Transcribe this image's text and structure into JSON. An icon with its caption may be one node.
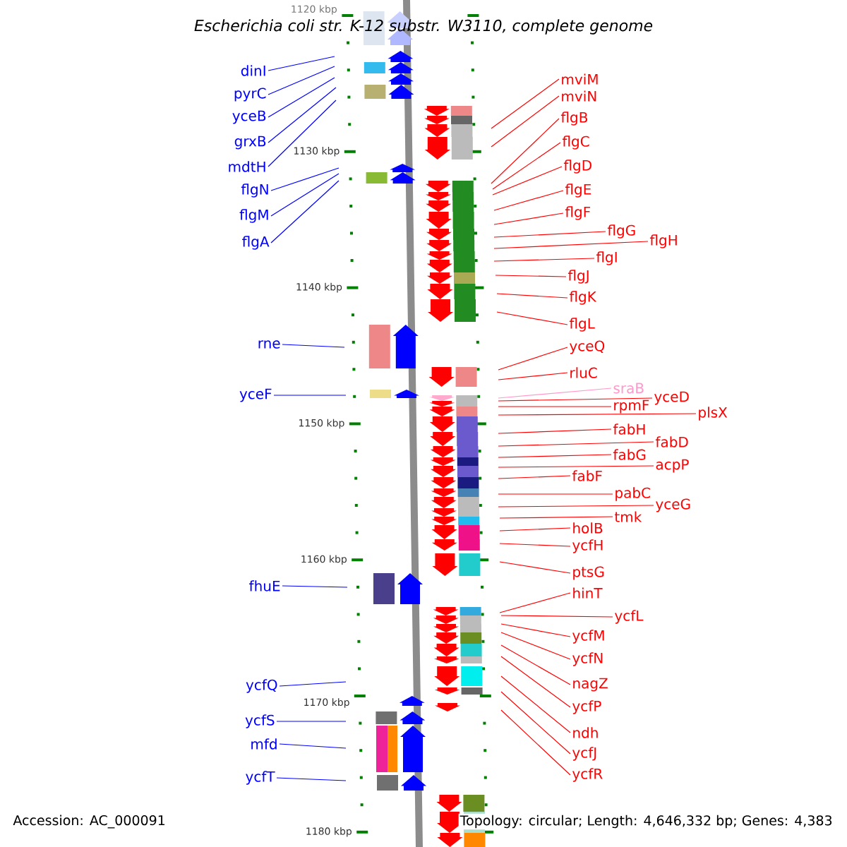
{
  "diagram": {
    "title": "Escherichia coli str. K-12 substr. W3110, complete genome",
    "nodes": [
      {
        "text": [
          "dinI"
        ]
      },
      {
        "text": [
          "pyrC"
        ]
      },
      {
        "text": [
          "yceB"
        ]
      },
      {
        "text": [
          "grxB"
        ]
      },
      {
        "text": [
          "mdtH"
        ]
      },
      {
        "text": [
          "flgN"
        ]
      },
      {
        "text": [
          "flgM"
        ]
      },
      {
        "text": [
          "flgA"
        ]
      },
      {
        "text": [
          "rne"
        ]
      },
      {
        "text": [
          "yceF"
        ]
      },
      {
        "text": [
          "fhuE"
        ]
      },
      {
        "text": [
          "ycfQ"
        ]
      },
      {
        "text": [
          "ycfS"
        ]
      },
      {
        "text": [
          "mfd"
        ]
      },
      {
        "text": [
          "ycfT"
        ]
      },
      {
        "text": [
          "mviM"
        ]
      },
      {
        "text": [
          "mviN"
        ]
      },
      {
        "text": [
          "flgB"
        ]
      },
      {
        "text": [
          "flgC"
        ]
      },
      {
        "text": [
          "flgD"
        ]
      },
      {
        "text": [
          "flgE"
        ]
      },
      {
        "text": [
          "flgF"
        ]
      },
      {
        "text": [
          "flgG"
        ]
      },
      {
        "text": [
          "flgH"
        ]
      },
      {
        "text": [
          "flgI"
        ]
      },
      {
        "text": [
          "flgJ"
        ]
      },
      {
        "text": [
          "flgK"
        ]
      },
      {
        "text": [
          "flgL"
        ]
      },
      {
        "text": [
          "yceQ"
        ]
      },
      {
        "text": [
          "rluC"
        ]
      },
      {
        "text": [
          "sraB"
        ]
      },
      {
        "text": [
          "yceD"
        ]
      },
      {
        "text": [
          "rpmF"
        ]
      },
      {
        "text": [
          "plsX"
        ]
      },
      {
        "text": [
          "fabH"
        ]
      },
      {
        "text": [
          "fabD"
        ]
      },
      {
        "text": [
          "fabG"
        ]
      },
      {
        "text": [
          "acpP"
        ]
      },
      {
        "text": [
          "fabF"
        ]
      },
      {
        "text": [
          "pabC"
        ]
      },
      {
        "text": [
          "yceG"
        ]
      },
      {
        "text": [
          "tmk"
        ]
      },
      {
        "text": [
          "holB"
        ]
      },
      {
        "text": [
          "ycfH"
        ]
      },
      {
        "text": [
          "ptsG"
        ]
      },
      {
        "text": [
          "hinT"
        ]
      },
      {
        "text": [
          "ycfL"
        ]
      },
      {
        "text": [
          "ycfM"
        ]
      },
      {
        "text": [
          "ycfN"
        ]
      },
      {
        "text": [
          "nagZ"
        ]
      },
      {
        "text": [
          "ycfP"
        ]
      },
      {
        "text": [
          "ndh"
        ]
      },
      {
        "text": [
          "ycfJ"
        ]
      },
      {
        "text": [
          "ycfR"
        ]
      }
    ],
    "edges": [
      {
        "from": 0,
        "to": null,
        "arrow": "none",
        "color": "#0000ff"
      },
      {
        "from": 1,
        "to": null,
        "arrow": "none",
        "color": "#0000ff"
      },
      {
        "from": 2,
        "to": null,
        "arrow": "none",
        "color": "#0000ff"
      },
      {
        "from": 3,
        "to": null,
        "arrow": "none",
        "color": "#0000ff"
      },
      {
        "from": 4,
        "to": null,
        "arrow": "none",
        "color": "#0000ff"
      },
      {
        "from": 5,
        "to": null,
        "arrow": "none",
        "color": "#0000ff"
      },
      {
        "from": 6,
        "to": null,
        "arrow": "none",
        "color": "#0000ff"
      },
      {
        "from": 7,
        "to": null,
        "arrow": "none",
        "color": "#0000ff"
      },
      {
        "from": 8,
        "to": null,
        "arrow": "none",
        "color": "#0000ff"
      },
      {
        "from": 9,
        "to": null,
        "arrow": "none",
        "color": "#0000ff"
      },
      {
        "from": 10,
        "to": null,
        "arrow": "none",
        "color": "#0000ff"
      },
      {
        "from": 11,
        "to": null,
        "arrow": "none",
        "color": "#0000ff"
      },
      {
        "from": 12,
        "to": null,
        "arrow": "none",
        "color": "#0000ff"
      },
      {
        "from": 13,
        "to": null,
        "arrow": "none",
        "color": "#0000ff"
      },
      {
        "from": 14,
        "to": null,
        "arrow": "none",
        "color": "#0000ff"
      },
      {
        "from": 15,
        "to": null,
        "arrow": "none"
      },
      {
        "from": 16,
        "to": null,
        "arrow": "none"
      },
      {
        "from": 17,
        "to": null,
        "arrow": "none"
      },
      {
        "from": 18,
        "to": null,
        "arrow": "none"
      },
      {
        "from": 19,
        "to": null,
        "arrow": "none"
      },
      {
        "from": 20,
        "to": null,
        "arrow": "none"
      },
      {
        "from": 21,
        "to": null,
        "arrow": "none"
      },
      {
        "from": 22,
        "to": null,
        "arrow": "none"
      },
      {
        "from": 23,
        "to": null,
        "arrow": "none"
      },
      {
        "from": 24,
        "to": null,
        "arrow": "none"
      },
      {
        "from": 25,
        "to": null,
        "arrow": "none"
      },
      {
        "from": 26,
        "to": null,
        "arrow": "none"
      },
      {
        "from": 27,
        "to": null,
        "arrow": "none"
      },
      {
        "from": 28,
        "to": null,
        "arrow": "none"
      },
      {
        "from": 29,
        "to": null,
        "arrow": "none"
      },
      {
        "from": 30,
        "to": null,
        "arrow": "none",
        "color": "#ff99cc"
      },
      {
        "from": 31,
        "to": null,
        "arrow": "none"
      },
      {
        "from": 32,
        "to": null,
        "arrow": "none"
      },
      {
        "from": 33,
        "to": null,
        "arrow": "none"
      },
      {
        "from": 34,
        "to": null,
        "arrow": "none"
      },
      {
        "from": 35,
        "to": null,
        "arrow": "none"
      },
      {
        "from": 36,
        "to": null,
        "arrow": "none"
      },
      {
        "from": 37,
        "to": null,
        "arrow": "none"
      },
      {
        "from": 38,
        "to": null,
        "arrow": "none"
      },
      {
        "from": 39,
        "to": null,
        "arrow": "none"
      },
      {
        "from": 40,
        "to": null,
        "arrow": "none"
      },
      {
        "from": 41,
        "to": null,
        "arrow": "none"
      },
      {
        "from": 42,
        "to": null,
        "arrow": "none"
      },
      {
        "from": 43,
        "to": null,
        "arrow": "none"
      },
      {
        "from": 44,
        "to": null,
        "arrow": "none"
      },
      {
        "from": 45,
        "to": null,
        "arrow": "none"
      },
      {
        "from": 46,
        "to": null,
        "arrow": "none"
      },
      {
        "from": 47,
        "to": null,
        "arrow": "none"
      },
      {
        "from": 48,
        "to": null,
        "arrow": "none"
      },
      {
        "from": 49,
        "to": null,
        "arrow": "none"
      },
      {
        "from": 50,
        "to": null,
        "arrow": "none"
      },
      {
        "from": 51,
        "to": null,
        "arrow": "none"
      },
      {
        "from": 52,
        "to": null,
        "arrow": "none"
      },
      {
        "from": 53,
        "to": null,
        "arrow": "none"
      }
    ],
    "labels": [
      "1120 kbp",
      "1130 kbp",
      "1140 kbp",
      "1150 kbp",
      "1160 kbp",
      "1170 kbp",
      "1180 kbp",
      "Accession: AC_000091",
      "Topology: circular; Length: 4,646,332 bp; Genes: 4,383"
    ]
  }
}
